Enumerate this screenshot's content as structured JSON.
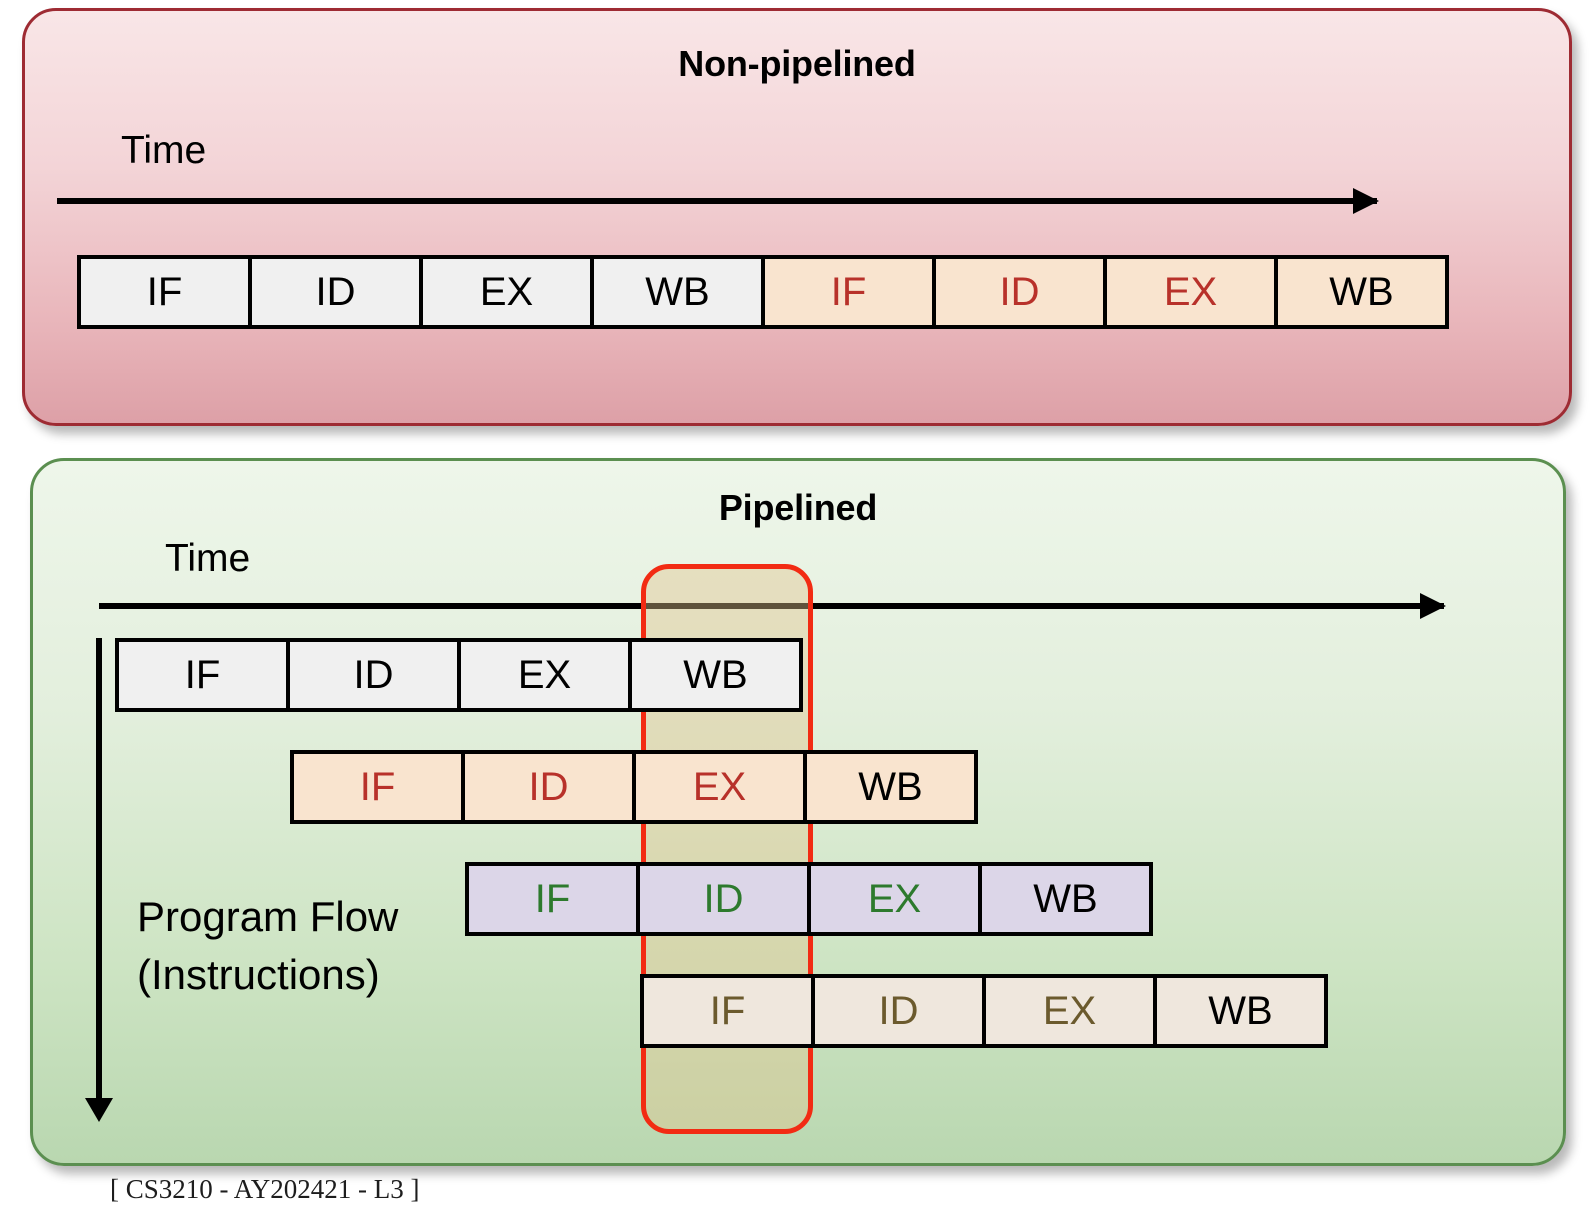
{
  "panels": {
    "nonpipelined": {
      "title": "Non-pipelined",
      "time_label": "Time",
      "row": {
        "stages": [
          "IF",
          "ID",
          "EX",
          "WB",
          "IF",
          "ID",
          "EX",
          "WB"
        ]
      }
    },
    "pipelined": {
      "title": "Pipelined",
      "time_label": "Time",
      "program_flow_label": "Program Flow\n(Instructions)",
      "rows": [
        {
          "stages": [
            "IF",
            "ID",
            "EX",
            "WB"
          ]
        },
        {
          "stages": [
            "IF",
            "ID",
            "EX",
            "WB"
          ]
        },
        {
          "stages": [
            "IF",
            "ID",
            "EX",
            "WB"
          ]
        },
        {
          "stages": [
            "IF",
            "ID",
            "EX",
            "WB"
          ]
        }
      ]
    }
  },
  "footer": {
    "text": "[ CS3210 - AY202421 - L3 ]"
  },
  "colors": {
    "nonpipelined_border": "#9e2b33",
    "pipelined_border": "#5b8f50",
    "highlight_outline": "#f22b13",
    "instr1_fill": "#f0f0f0",
    "instr2_fill": "#f9e4cf",
    "instr2_text": "#b8312a",
    "instr3_fill": "#dcd6e8",
    "instr3_text": "#2d7a2d",
    "instr4_fill": "#efe7dd",
    "instr4_text": "#6b5a2d"
  }
}
